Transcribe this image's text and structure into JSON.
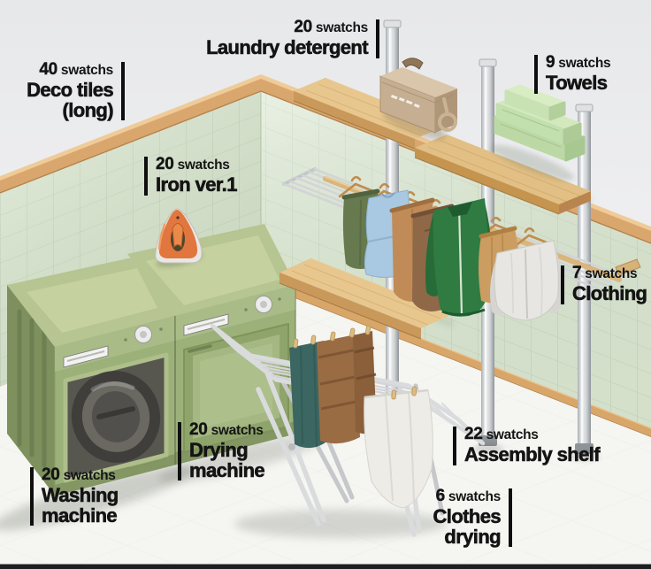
{
  "annotations": [
    {
      "id": "deco-tiles-long",
      "count": "40",
      "unit": "swatchs",
      "lines": [
        "Deco tiles",
        "(long)"
      ]
    },
    {
      "id": "laundry-detergent",
      "count": "20",
      "unit": "swatchs",
      "lines": [
        "Laundry detergent"
      ]
    },
    {
      "id": "towels",
      "count": "9",
      "unit": "swatchs",
      "lines": [
        "Towels"
      ]
    },
    {
      "id": "iron-ver-1",
      "count": "20",
      "unit": "swatchs",
      "lines": [
        "Iron ver.1"
      ]
    },
    {
      "id": "clothing",
      "count": "7",
      "unit": "swatchs",
      "lines": [
        "Clothing"
      ]
    },
    {
      "id": "drying-machine",
      "count": "20",
      "unit": "swatchs",
      "lines": [
        "Drying",
        "machine"
      ]
    },
    {
      "id": "washing-machine",
      "count": "20",
      "unit": "swatchs",
      "lines": [
        "Washing",
        "machine"
      ]
    },
    {
      "id": "assembly-shelf",
      "count": "22",
      "unit": "swatchs",
      "lines": [
        "Assembly shelf"
      ]
    },
    {
      "id": "clothes-drying",
      "count": "6",
      "unit": "swatchs",
      "lines": [
        "Clothes",
        "drying"
      ]
    }
  ],
  "colors": {
    "label_text": "#141414",
    "divider": "#0f0f0f",
    "bottom_bar": "#1d1e20",
    "background": "#eceded",
    "wall_tile": "#dbe7d2",
    "tile_grout": "#c8d8c0",
    "wood_trim": "#d9a76e",
    "shelf_wood": "#e8c78e",
    "machine_body": "#9cb07a",
    "machine_top": "#b6c591",
    "towel_green": "#cde5b8",
    "iron_orange": "#e1763f",
    "metal_pole": "#d7d9db",
    "rack_frame": "#dadbdd"
  }
}
